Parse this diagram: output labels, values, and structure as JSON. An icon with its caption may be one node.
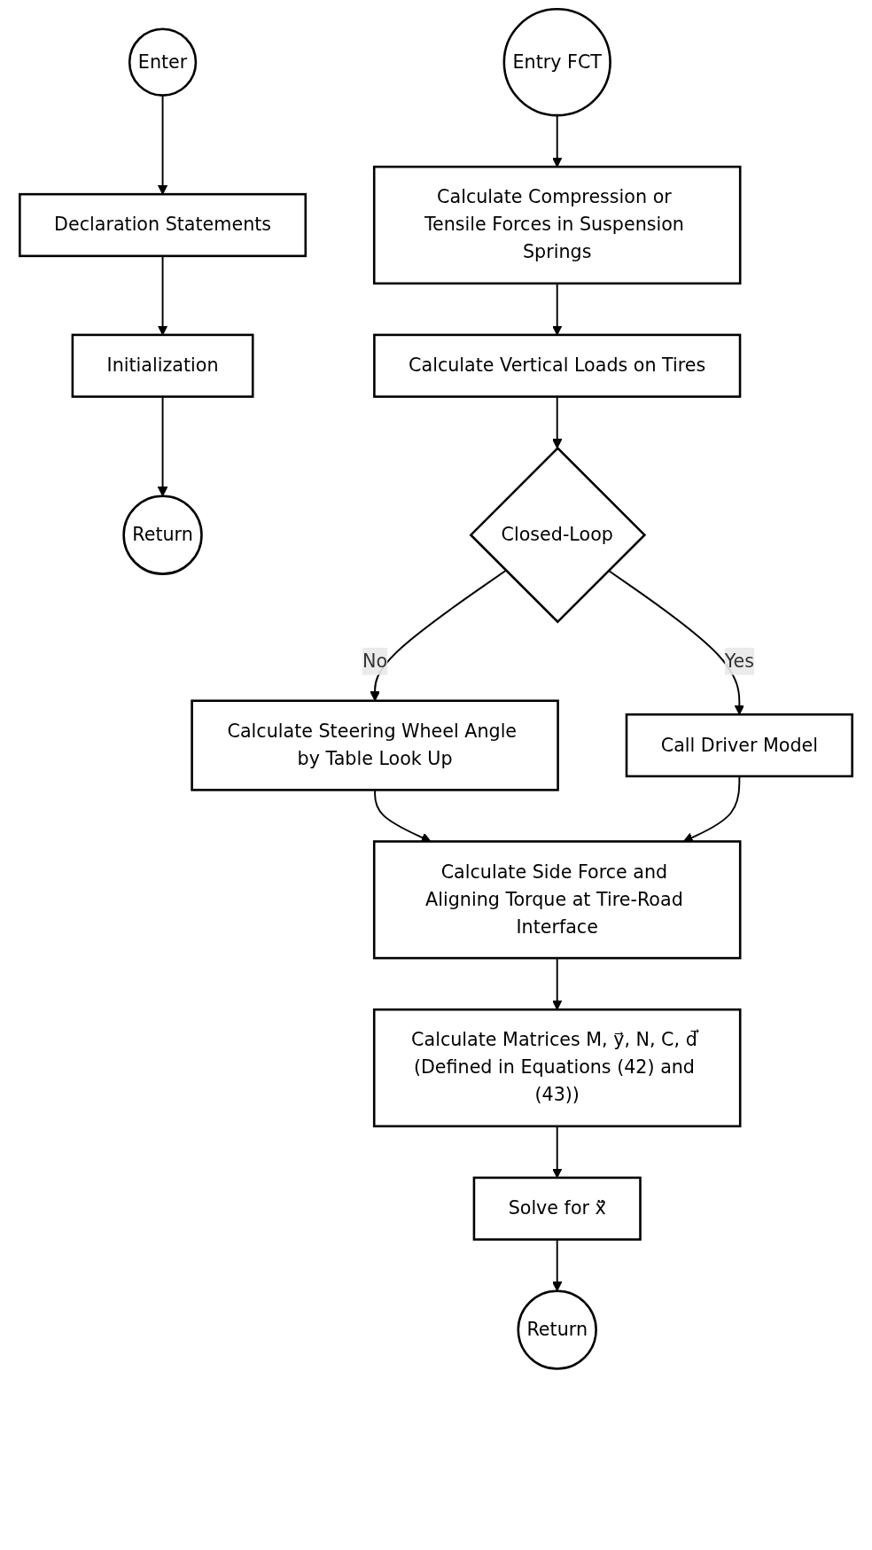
{
  "diagram": {
    "nodes": [
      {
        "text": [
          "Enter"
        ]
      },
      {
        "text": [
          "Declaration Statements"
        ]
      },
      {
        "text": [
          "Initialization"
        ]
      },
      {
        "text": [
          "Return"
        ]
      },
      {
        "text": [
          "Entry FCT"
        ]
      },
      {
        "text": [
          "Calculate Compression or Tensile Forces in Suspension Springs"
        ]
      },
      {
        "text": [
          "Calculate Vertical Loads on Tires"
        ]
      },
      {
        "text": [
          "Closed-Loop"
        ]
      },
      {
        "text": [
          "Calculate Steering Wheel Angle by Table Look Up"
        ]
      },
      {
        "text": [
          "Call Driver Model"
        ]
      },
      {
        "text": [
          "Calculate Side Force and Aligning Torque at Tire-Road Interface"
        ]
      },
      {
        "text": [
          "Calculate Matrices M, y⃗, N, C, d⃗ (Defined in Equations (42) and (43))"
        ]
      },
      {
        "text": [
          "Solve for ẍ⃗"
        ]
      },
      {
        "text": [
          "Return"
        ]
      }
    ],
    "edges": [
      {
        "from": 0,
        "to": 1,
        "arrow": "to"
      },
      {
        "from": 1,
        "to": 2,
        "arrow": "to"
      },
      {
        "from": 2,
        "to": 3,
        "arrow": "to"
      },
      {
        "from": 4,
        "to": 5,
        "arrow": "to"
      },
      {
        "from": 5,
        "to": 6,
        "arrow": "to"
      },
      {
        "from": 6,
        "to": 7,
        "arrow": "to"
      },
      {
        "from": 7,
        "to": 8,
        "arrow": "to",
        "label": "No"
      },
      {
        "from": 7,
        "to": 9,
        "arrow": "to",
        "label": "Yes"
      },
      {
        "from": 8,
        "to": 10,
        "arrow": "to"
      },
      {
        "from": 9,
        "to": 10,
        "arrow": "to"
      },
      {
        "from": 10,
        "to": 11,
        "arrow": "to"
      },
      {
        "from": 11,
        "to": 12,
        "arrow": "to"
      },
      {
        "from": 12,
        "to": 13,
        "arrow": "to"
      }
    ]
  }
}
